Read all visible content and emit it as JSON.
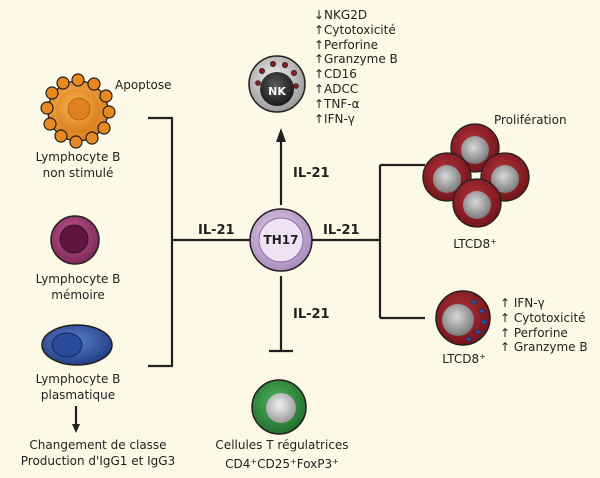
{
  "center": {
    "label": "TH17"
  },
  "nk": {
    "label": "NK",
    "effects": [
      "↓NKG2D",
      "↑Cytotoxicité",
      "↑Perforine",
      "↑Granzyme B",
      "↑CD16",
      "↑ADCC",
      "↑TNF-α",
      "↑IFN-γ"
    ]
  },
  "edges": {
    "up": "IL-21",
    "left": "IL-21",
    "right": "IL-21",
    "down": "IL-21"
  },
  "b_cells": {
    "unstimulated": {
      "line1": "Lymphocyte B",
      "line2": "non stimulé",
      "effect": "Apoptose"
    },
    "memory": {
      "line1": "Lymphocyte B",
      "line2": "mémoire"
    },
    "plasma": {
      "line1": "Lymphocyte B",
      "line2": "plasmatique"
    },
    "outcome": {
      "line1": "Changement de classe",
      "line2": "Production d'IgG1 et IgG3"
    }
  },
  "t_cd8": {
    "top": {
      "label": "LTCD8",
      "sup": "+",
      "effect": "Prolifération"
    },
    "bottom": {
      "label": "LTCD8",
      "sup": "+",
      "effects": [
        "↑ IFN-γ",
        "↑ Cytotoxicité",
        "↑ Perforine",
        "↑ Granzyme B"
      ]
    }
  },
  "treg": {
    "line1": "Cellules T régulatrices",
    "line2_parts": [
      "CD4",
      "+",
      "CD25",
      "+",
      "FoxP3",
      "+"
    ]
  },
  "colors": {
    "background": "#fcf9e6",
    "line": "#231f20",
    "th17": "#c6a8d4",
    "nk": "#3a3a3a",
    "b_unstimulated": "#ef9a2a",
    "b_memory": "#a63b73",
    "b_plasma": "#2e4f9e",
    "cd8": "#8e1c22",
    "treg": "#2f8a3e"
  }
}
